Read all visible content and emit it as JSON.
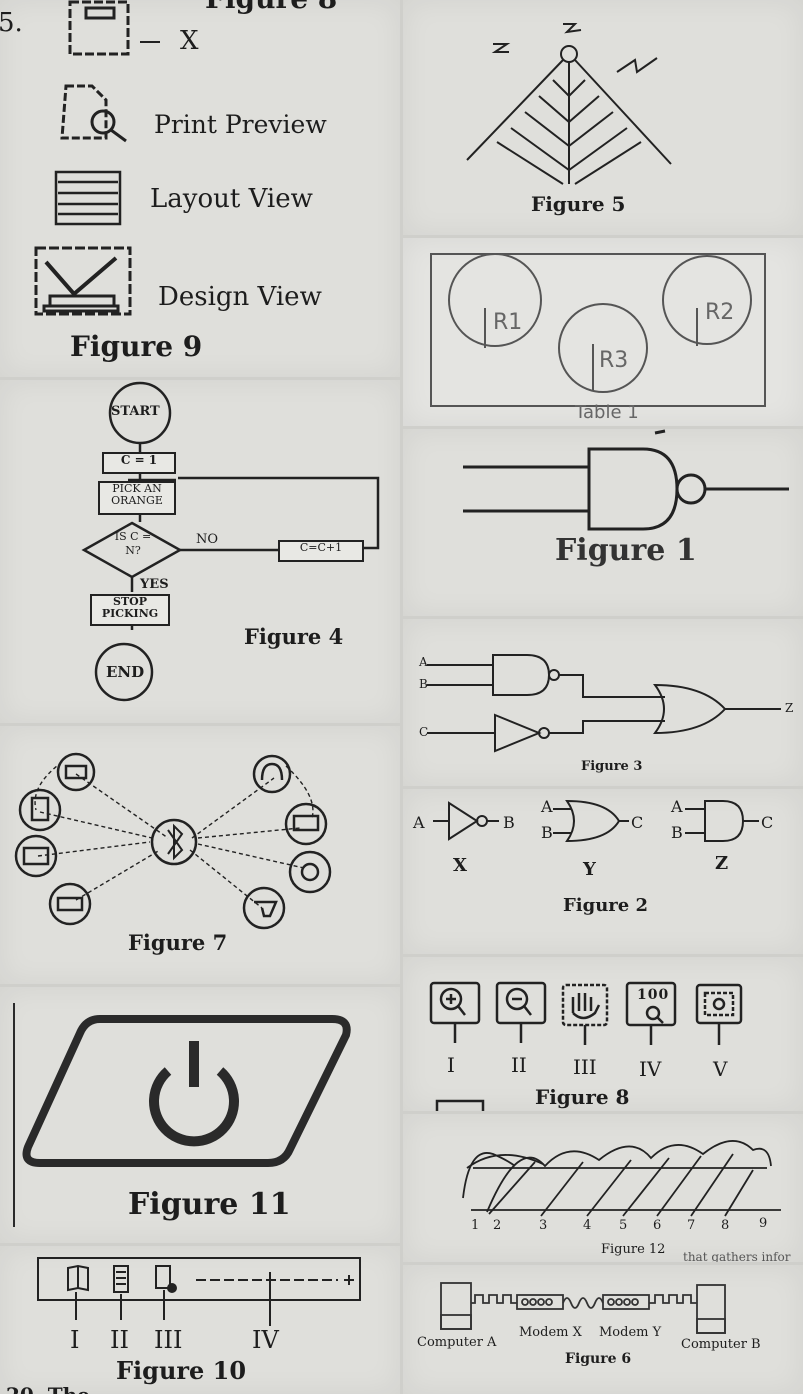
{
  "figure9": {
    "header_fragment": "Figure 8",
    "question_number": "5.",
    "items": [
      {
        "icon": "x-icon",
        "label": "X",
        "prefix": "–"
      },
      {
        "icon": "print-preview-icon",
        "label": "Print Preview"
      },
      {
        "icon": "layout-view-icon",
        "label": "Layout View"
      },
      {
        "icon": "design-view-icon",
        "label": "Design View"
      }
    ],
    "caption": "Figure 9"
  },
  "figure5": {
    "caption": "Figure 5"
  },
  "table1": {
    "caption": "Table 1",
    "circles": [
      "R1",
      "R3",
      "R2"
    ]
  },
  "figure4": {
    "caption": "Figure 4",
    "nodes": {
      "start": "START",
      "init": "C = 1",
      "pick": "PICK AN ORANGE",
      "decision": "IS C = N?",
      "no": "NO",
      "yes": "YES",
      "increment": "C=C+1",
      "stop": "STOP PICKING",
      "end": "END"
    }
  },
  "figure1": {
    "caption": "Figure 1"
  },
  "figure3": {
    "caption": "Figure 3",
    "inputs": [
      "A",
      "B",
      "C"
    ],
    "output": "Z"
  },
  "figure7": {
    "caption": "Figure 7",
    "center_icon": "bluetooth-icon",
    "devices": [
      "laptop-icon",
      "tablet-icon",
      "monitor-icon",
      "printer-icon",
      "headphones-icon",
      "desktop-icon",
      "camera-icon",
      "gun-icon"
    ]
  },
  "figure2": {
    "caption": "Figure 2",
    "gates": [
      {
        "name": "X",
        "in": [
          "A"
        ],
        "out": "B"
      },
      {
        "name": "Y",
        "in": [
          "A",
          "B"
        ],
        "out": "C"
      },
      {
        "name": "Z",
        "in": [
          "A",
          "B"
        ],
        "out": "C"
      }
    ]
  },
  "figure8": {
    "caption": "Figure 8",
    "tools": [
      {
        "icon": "zoom-in-icon",
        "label": "I"
      },
      {
        "icon": "zoom-out-icon",
        "label": "II"
      },
      {
        "icon": "hand-icon",
        "label": "III"
      },
      {
        "icon": "zoom-100-icon",
        "label": "IV",
        "text": "100"
      },
      {
        "icon": "fit-page-icon",
        "label": "V"
      }
    ]
  },
  "figure11": {
    "caption": "Figure 11",
    "icon": "power-icon"
  },
  "figure12": {
    "caption": "Figure 12",
    "ticks": [
      "1",
      "2",
      "3",
      "4",
      "5",
      "6",
      "7",
      "8",
      "9"
    ],
    "overlap_text": "that gathers infor"
  },
  "figure10": {
    "caption": "Figure 10",
    "labels": [
      "I",
      "II",
      "III",
      "IV"
    ],
    "bottom_fragment": "20. The"
  },
  "figure6": {
    "caption": "Figure 6",
    "computer_a": "Computer A",
    "modem_x": "Modem X",
    "modem_y": "Modem Y",
    "computer_b": "Computer B"
  }
}
